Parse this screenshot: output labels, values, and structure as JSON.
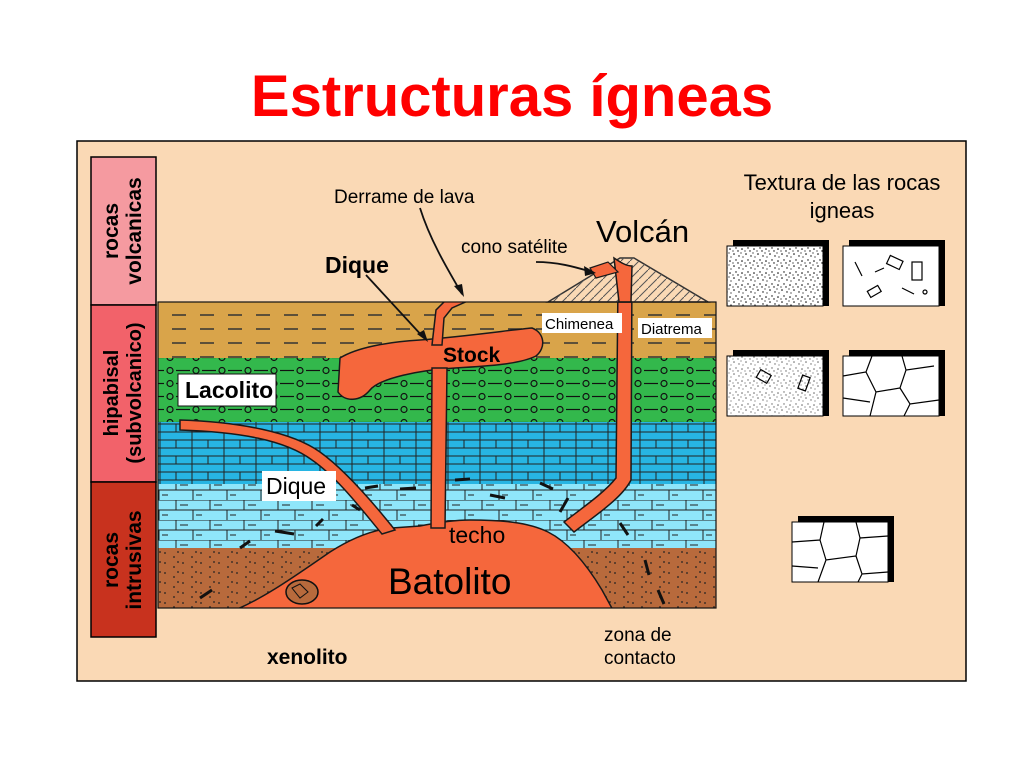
{
  "slide": {
    "title": "Estructuras ígneas"
  },
  "sidebar": {
    "volcanic": [
      "rocas",
      "volcanicas"
    ],
    "hypabyssal": [
      "hipabisal",
      "(subvolcanico)"
    ],
    "intrusive": [
      "rocas",
      "intrusivas"
    ]
  },
  "labels": {
    "lava_flow": "Derrame de lava",
    "satellite_cone": "cono satélite",
    "volcano": "Volcán",
    "dike_top": "Dique",
    "chimney": "Chimenea",
    "diatreme": "Diatrema",
    "stock": "Stock",
    "laccolith": "Lacolito",
    "dike_bottom": "Dique",
    "roof": "techo",
    "batholith": "Batolito",
    "xenolith": "xenolito",
    "contact_zone": [
      "zona de",
      "contacto"
    ]
  },
  "textures": {
    "title": [
      "Textura de las rocas",
      "igneas"
    ]
  },
  "colors": {
    "title": "#ff0000",
    "frame_background": "#fad9b5",
    "magma": "#f5673c",
    "volcanic_band": "#f59aa0",
    "hypabyssal_band": "#f2626a",
    "intrusive_band": "#c8321e",
    "layer_ochre": "#d9a44a",
    "layer_green": "#33b84c",
    "layer_blue": "#27b5e3",
    "layer_light_blue": "#8fe6fa",
    "layer_brown": "#b86a3c"
  }
}
